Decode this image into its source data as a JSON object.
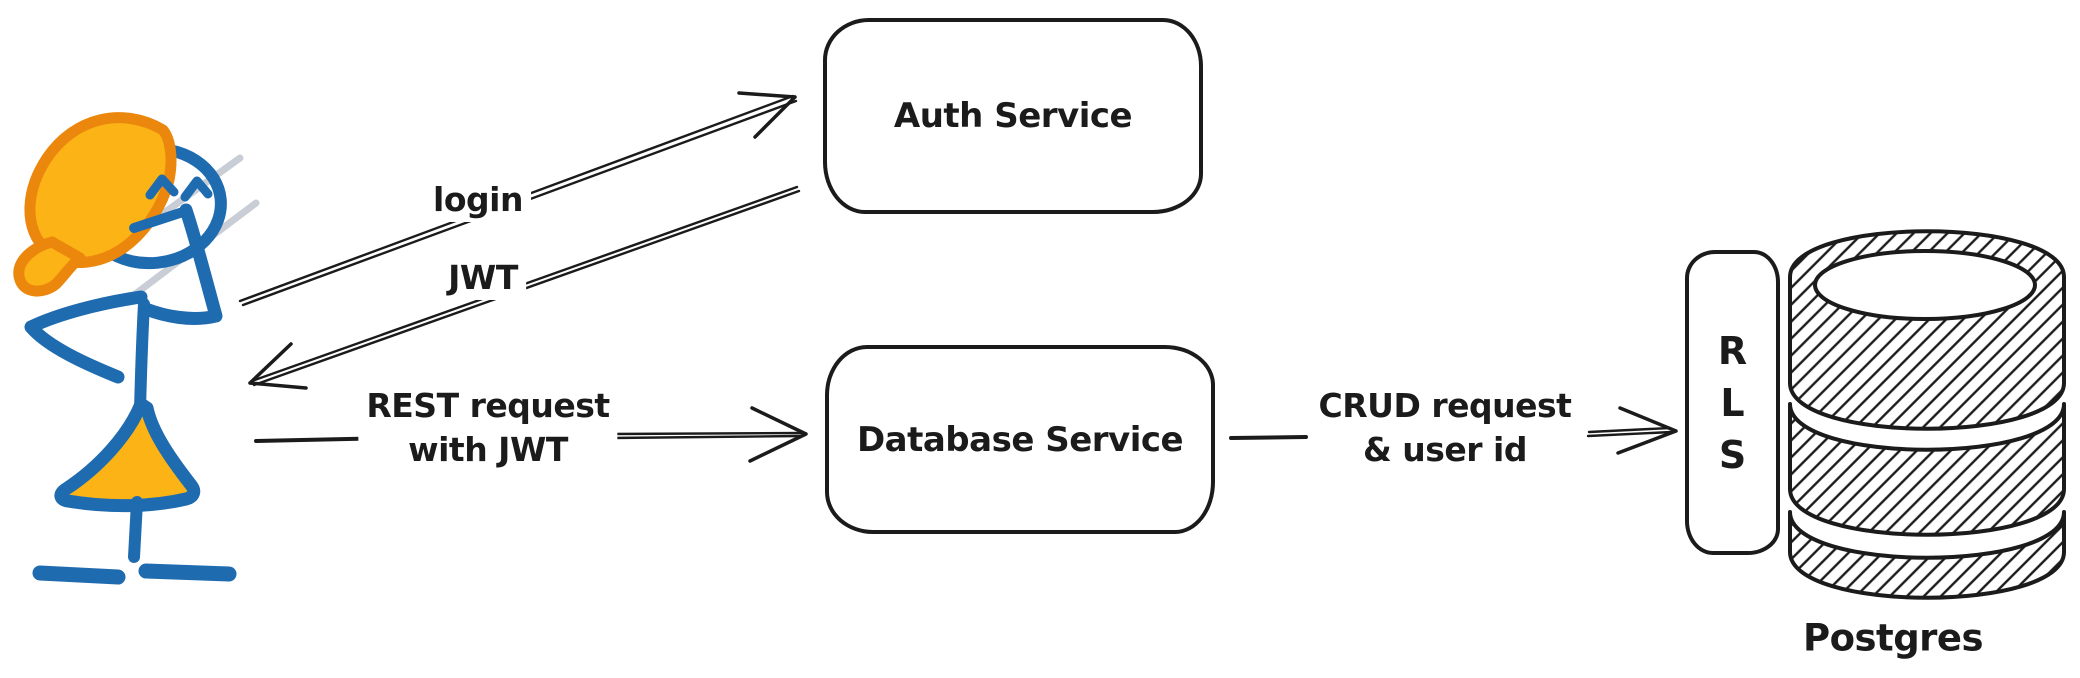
{
  "nodes": {
    "auth_service": {
      "label": "Auth Service"
    },
    "database_service": {
      "label": "Database Service"
    },
    "rls": {
      "letters": [
        "R",
        "L",
        "S"
      ]
    },
    "postgres": {
      "label": "Postgres"
    }
  },
  "edges": {
    "login": {
      "label": "login",
      "from": "user",
      "to": "auth_service"
    },
    "jwt": {
      "label": "JWT",
      "from": "auth_service",
      "to": "user"
    },
    "rest": {
      "label": [
        "REST request",
        "with JWT"
      ],
      "from": "user",
      "to": "database_service"
    },
    "crud": {
      "label": [
        "CRUD request",
        "& user id"
      ],
      "from": "database_service",
      "to": "rls_postgres"
    }
  },
  "icons": {
    "user": "stick-figure-woman",
    "storage": "database-cylinder"
  },
  "colors": {
    "ink": "#1b1b1b",
    "figure_blue": "#1f6bb0",
    "hair_outline_orange": "#ec870e",
    "accent_amber": "#fcb316",
    "highlight_gray": "#c9ced6",
    "background": "#ffffff"
  }
}
